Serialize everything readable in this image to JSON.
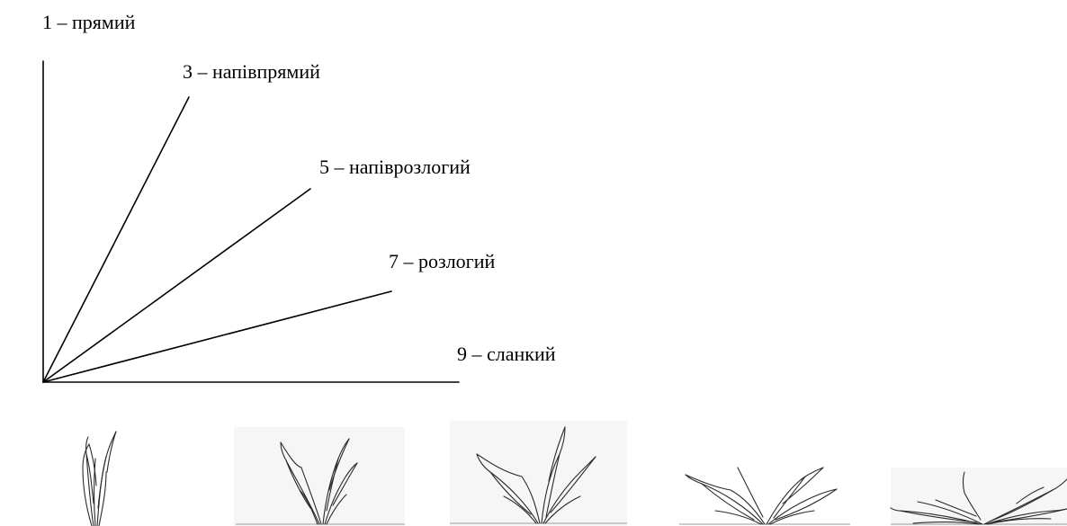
{
  "habit_labels": {
    "erect": "1 – прямий",
    "semi_erect": "3 – напівпрямий",
    "intermediate": "5 – напіврозлогий",
    "semi_prostrate": "7 – розлогий",
    "prostrate": "9 – сланкий"
  },
  "colors": {
    "line": "#000000",
    "plant_stroke": "#2a2a2a",
    "panel_bg": "#f6f6f6",
    "ground": "#9a9a9a"
  }
}
